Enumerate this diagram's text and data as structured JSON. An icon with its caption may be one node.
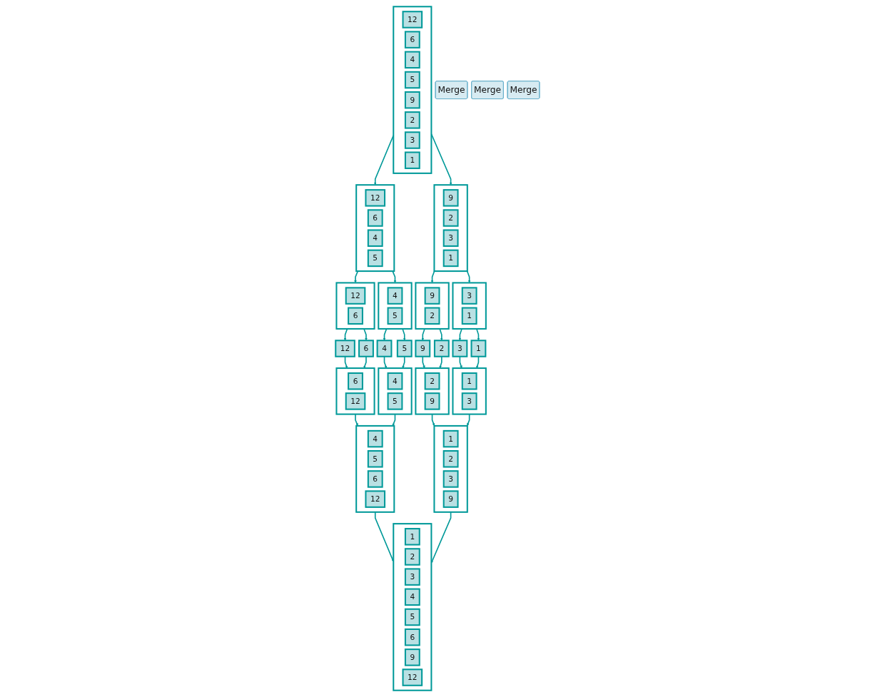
{
  "diagram": {
    "nodes": [
      {
        "text": [],
        "shape": "box"
      },
      {
        "text": [
          "12"
        ],
        "in": 0
      },
      {
        "text": [
          "6"
        ],
        "in": 0
      },
      {
        "text": [
          "4"
        ],
        "in": 0
      },
      {
        "text": [
          "5"
        ],
        "in": 0
      },
      {
        "text": [
          "9"
        ],
        "in": 0
      },
      {
        "text": [
          "2"
        ],
        "in": 0
      },
      {
        "text": [
          "3"
        ],
        "in": 0
      },
      {
        "text": [
          "1"
        ],
        "in": 0
      },
      {
        "text": [],
        "shape": "box"
      },
      {
        "text": [
          "12"
        ],
        "in": 9
      },
      {
        "text": [
          "6"
        ],
        "in": 9
      },
      {
        "text": [
          "4"
        ],
        "in": 9
      },
      {
        "text": [
          "5"
        ],
        "in": 9
      },
      {
        "text": [],
        "shape": "box"
      },
      {
        "text": [
          "9"
        ],
        "in": 14
      },
      {
        "text": [
          "2"
        ],
        "in": 14
      },
      {
        "text": [
          "3"
        ],
        "in": 14
      },
      {
        "text": [
          "1"
        ],
        "in": 14
      },
      {
        "text": [],
        "shape": "box"
      },
      {
        "text": [
          "12"
        ],
        "in": 19
      },
      {
        "text": [
          "6"
        ],
        "in": 19
      },
      {
        "text": [],
        "shape": "box"
      },
      {
        "text": [
          "4"
        ],
        "in": 22
      },
      {
        "text": [
          "5"
        ],
        "in": 22
      },
      {
        "text": [],
        "shape": "box"
      },
      {
        "text": [
          "9"
        ],
        "in": 25
      },
      {
        "text": [
          "2"
        ],
        "in": 25
      },
      {
        "text": [],
        "shape": "box"
      },
      {
        "text": [
          "3"
        ],
        "in": 28
      },
      {
        "text": [
          "1"
        ],
        "in": 28
      },
      {
        "text": [
          "12"
        ]
      },
      {
        "text": [
          "6"
        ]
      },
      {
        "text": [
          "4"
        ]
      },
      {
        "text": [
          "5"
        ]
      },
      {
        "text": [
          "9"
        ]
      },
      {
        "text": [
          "2"
        ]
      },
      {
        "text": [
          "3"
        ]
      },
      {
        "text": [
          "1"
        ]
      },
      {
        "text": [
          "Merge"
        ]
      },
      {
        "text": [],
        "shape": "box"
      },
      {
        "text": [
          "6"
        ],
        "in": 40
      },
      {
        "text": [
          "12"
        ],
        "in": 40
      },
      {
        "text": [],
        "shape": "box"
      },
      {
        "text": [
          "4"
        ],
        "in": 43
      },
      {
        "text": [
          "5"
        ],
        "in": 43
      },
      {
        "text": [],
        "shape": "box"
      },
      {
        "text": [
          "2"
        ],
        "in": 46
      },
      {
        "text": [
          "9"
        ],
        "in": 46
      },
      {
        "text": [],
        "shape": "box"
      },
      {
        "text": [
          "1"
        ],
        "in": 49
      },
      {
        "text": [
          "3"
        ],
        "in": 49
      },
      {
        "text": [
          "Merge"
        ]
      },
      {
        "text": [],
        "shape": "box"
      },
      {
        "text": [
          "4"
        ],
        "in": 53
      },
      {
        "text": [
          "5"
        ],
        "in": 53
      },
      {
        "text": [
          "6"
        ],
        "in": 53
      },
      {
        "text": [
          "12"
        ],
        "in": 53
      },
      {
        "text": [],
        "shape": "box"
      },
      {
        "text": [
          "1"
        ],
        "in": 58
      },
      {
        "text": [
          "2"
        ],
        "in": 58
      },
      {
        "text": [
          "3"
        ],
        "in": 58
      },
      {
        "text": [
          "9"
        ],
        "in": 58
      },
      {
        "text": [
          "Merge"
        ]
      },
      {
        "text": [],
        "shape": "box"
      },
      {
        "text": [
          "1"
        ],
        "in": 64
      },
      {
        "text": [
          "2"
        ],
        "in": 64
      },
      {
        "text": [
          "3"
        ],
        "in": 64
      },
      {
        "text": [
          "4"
        ],
        "in": 64
      },
      {
        "text": [
          "5"
        ],
        "in": 64
      },
      {
        "text": [
          "6"
        ],
        "in": 64
      },
      {
        "text": [
          "9"
        ],
        "in": 64
      },
      {
        "text": [
          "12"
        ],
        "in": 64
      }
    ],
    "edges": [
      {
        "from": 0,
        "to": 9,
        "arrow": "to"
      },
      {
        "from": 0,
        "to": 14,
        "arrow": "to"
      },
      {
        "from": 9,
        "to": 19,
        "arrow": "to"
      },
      {
        "from": 9,
        "to": 22,
        "arrow": "to"
      },
      {
        "from": 14,
        "to": 25,
        "arrow": "to"
      },
      {
        "from": 14,
        "to": 28,
        "arrow": "to"
      },
      {
        "from": 19,
        "to": 31,
        "arrow": "to"
      },
      {
        "from": 19,
        "to": 32,
        "arrow": "to"
      },
      {
        "from": 22,
        "to": 33,
        "arrow": "to"
      },
      {
        "from": 22,
        "to": 34,
        "arrow": "to"
      },
      {
        "from": 25,
        "to": 35,
        "arrow": "to"
      },
      {
        "from": 25,
        "to": 36,
        "arrow": "to"
      },
      {
        "from": 28,
        "to": 37,
        "arrow": "to"
      },
      {
        "from": 28,
        "to": 38,
        "arrow": "to"
      },
      {
        "from": 31,
        "to": 40,
        "arrow": "to"
      },
      {
        "from": 32,
        "to": 40,
        "arrow": "to"
      },
      {
        "from": 33,
        "to": 43,
        "arrow": "to"
      },
      {
        "from": 34,
        "to": 43,
        "arrow": "to"
      },
      {
        "from": 35,
        "to": 46,
        "arrow": "to"
      },
      {
        "from": 36,
        "to": 46,
        "arrow": "to"
      },
      {
        "from": 37,
        "to": 49,
        "arrow": "to"
      },
      {
        "from": 38,
        "to": 49,
        "arrow": "to"
      },
      {
        "from": 40,
        "to": 53,
        "arrow": "to"
      },
      {
        "from": 43,
        "to": 53,
        "arrow": "to"
      },
      {
        "from": 46,
        "to": 58,
        "arrow": "to"
      },
      {
        "from": 49,
        "to": 58,
        "arrow": "to"
      },
      {
        "from": 53,
        "to": 64,
        "arrow": "to"
      },
      {
        "from": 58,
        "to": 64,
        "arrow": "to"
      }
    ]
  }
}
